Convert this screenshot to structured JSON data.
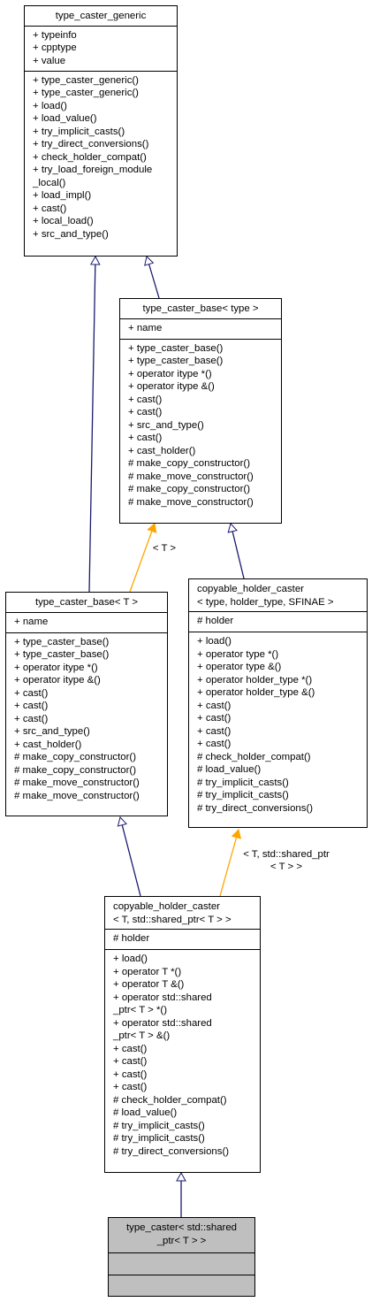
{
  "classes": {
    "type_caster_generic": {
      "title": [
        "type_caster_generic"
      ],
      "attributes": [
        "+ typeinfo",
        "+ cpptype",
        "+ value"
      ],
      "methods": [
        "+ type_caster_generic()",
        "+ type_caster_generic()",
        "+ load()",
        "+ load_value()",
        "+ try_implicit_casts()",
        "+ try_direct_conversions()",
        "+ check_holder_compat()",
        "+ try_load_foreign_module",
        "_local()",
        "+ load_impl()",
        "+ cast()",
        "+ local_load()",
        "+ src_and_type()"
      ]
    },
    "type_caster_base_type": {
      "title": [
        "type_caster_base< type >"
      ],
      "attributes": [
        "+ name"
      ],
      "methods": [
        "+ type_caster_base()",
        "+ type_caster_base()",
        "+ operator itype *()",
        "+ operator itype &()",
        "+ cast()",
        "+ cast()",
        "+ src_and_type()",
        "+ cast()",
        "+ cast_holder()",
        "# make_copy_constructor()",
        "# make_move_constructor()",
        "# make_copy_constructor()",
        "# make_move_constructor()"
      ]
    },
    "type_caster_base_T": {
      "title": [
        "type_caster_base< T >"
      ],
      "attributes": [
        "+ name"
      ],
      "methods": [
        "+ type_caster_base()",
        "+ type_caster_base()",
        "+ operator itype *()",
        "+ operator itype &()",
        "+ cast()",
        "+ cast()",
        "+ cast()",
        "+ src_and_type()",
        "+ cast_holder()",
        "# make_copy_constructor()",
        "# make_copy_constructor()",
        "# make_move_constructor()",
        "# make_move_constructor()"
      ]
    },
    "copyable_holder_caster_generic": {
      "title": [
        "copyable_holder_caster",
        "< type, holder_type, SFINAE >"
      ],
      "attributes": [
        "# holder"
      ],
      "methods": [
        "+ load()",
        "+ operator type *()",
        "+ operator type &()",
        "+ operator holder_type *()",
        "+ operator holder_type &()",
        "+ cast()",
        "+ cast()",
        "+ cast()",
        "+ cast()",
        "# check_holder_compat()",
        "# load_value()",
        "# try_implicit_casts()",
        "# try_implicit_casts()",
        "# try_direct_conversions()"
      ]
    },
    "copyable_holder_caster_shared": {
      "title": [
        "copyable_holder_caster",
        "< T, std::shared_ptr< T > >"
      ],
      "attributes": [
        "# holder"
      ],
      "methods": [
        "+ load()",
        "+ operator T *()",
        "+ operator T &()",
        "+ operator std::shared",
        "_ptr< T > *()",
        "+ operator std::shared",
        "_ptr< T > &()",
        "+ cast()",
        "+ cast()",
        "+ cast()",
        "+ cast()",
        "# check_holder_compat()",
        "# load_value()",
        "# try_implicit_casts()",
        "# try_implicit_casts()",
        "# try_direct_conversions()"
      ]
    },
    "type_caster_shared": {
      "title": [
        "type_caster< std::shared",
        "_ptr< T > >"
      ],
      "attributes": [],
      "methods": []
    }
  },
  "edge_labels": {
    "template_T": "< T >",
    "template_shared_1": "< T, std::shared_ptr",
    "template_shared_2": "< T > >"
  },
  "colors": {
    "inheritance_edge": "#191970",
    "template_edge": "#ffa500",
    "highlight_fill": "#bfbfbf"
  }
}
